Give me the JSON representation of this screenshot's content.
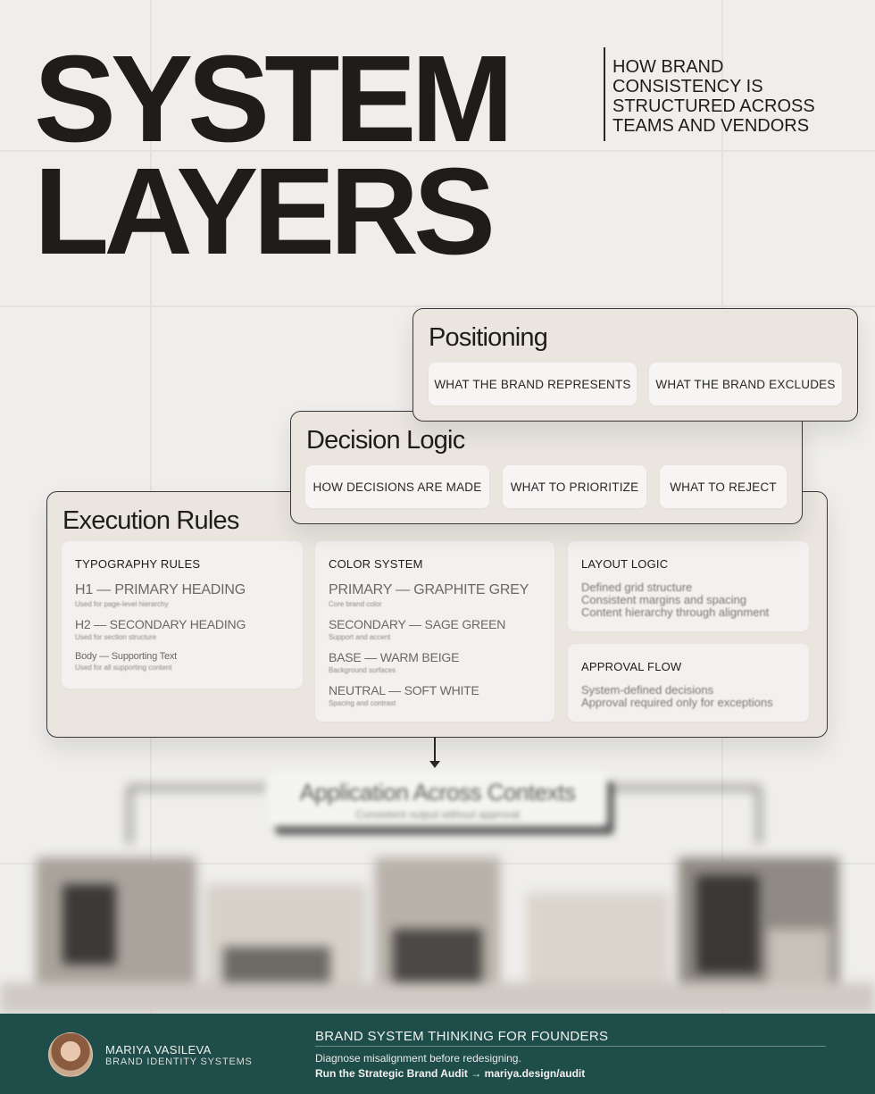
{
  "title": {
    "line1": "SYSTEM",
    "line2": "LAYERS"
  },
  "subtitle": "HOW BRAND CONSISTENCY IS STRUCTURED ACROSS TEAMS AND VENDORS",
  "layers": {
    "positioning": {
      "title": "Positioning",
      "items": [
        "WHAT THE BRAND REPRESENTS",
        "WHAT THE BRAND EXCLUDES"
      ]
    },
    "decision": {
      "title": "Decision Logic",
      "items": [
        "HOW DECISIONS ARE MADE",
        "WHAT TO PRIORITIZE",
        "WHAT TO REJECT"
      ]
    },
    "execution": {
      "title": "Execution Rules",
      "typography": {
        "title": "TYPOGRAPHY RULES",
        "items": [
          {
            "h": "H1 — PRIMARY HEADING",
            "s": "Used for page-level hierarchy"
          },
          {
            "h": "H2 — SECONDARY HEADING",
            "s": "Used for section structure"
          },
          {
            "h": "Body — Supporting Text",
            "s": "Used for all supporting content"
          }
        ]
      },
      "color": {
        "title": "COLOR SYSTEM",
        "items": [
          {
            "h": "PRIMARY — GRAPHITE GREY",
            "s": "Core brand color"
          },
          {
            "h": "SECONDARY — SAGE GREEN",
            "s": "Support and accent"
          },
          {
            "h": "BASE — WARM BEIGE",
            "s": "Background surfaces"
          },
          {
            "h": "NEUTRAL — SOFT WHITE",
            "s": "Spacing and contrast"
          }
        ]
      },
      "layout": {
        "title": "LAYOUT LOGIC",
        "lines": [
          "Defined grid structure",
          "Consistent margins and spacing",
          "Content hierarchy through alignment"
        ]
      },
      "approval": {
        "title": "APPROVAL FLOW",
        "lines": [
          "System-defined decisions",
          "Approval required only for exceptions"
        ]
      }
    }
  },
  "application": {
    "title": "Application Across Contexts",
    "subtitle": "Consistent output without approval"
  },
  "footer": {
    "name": "MARIYA VASILEVA",
    "role": "BRAND IDENTITY SYSTEMS",
    "heading": "BRAND SYSTEM THINKING FOR FOUNDERS",
    "line1": "Diagnose misalignment before redesigning.",
    "line2": "Run the Strategic Brand Audit → mariya.design/audit"
  },
  "colors": {
    "footer": "#1e4d4a",
    "card": "#eae6df",
    "text": "#1f1d1c"
  }
}
